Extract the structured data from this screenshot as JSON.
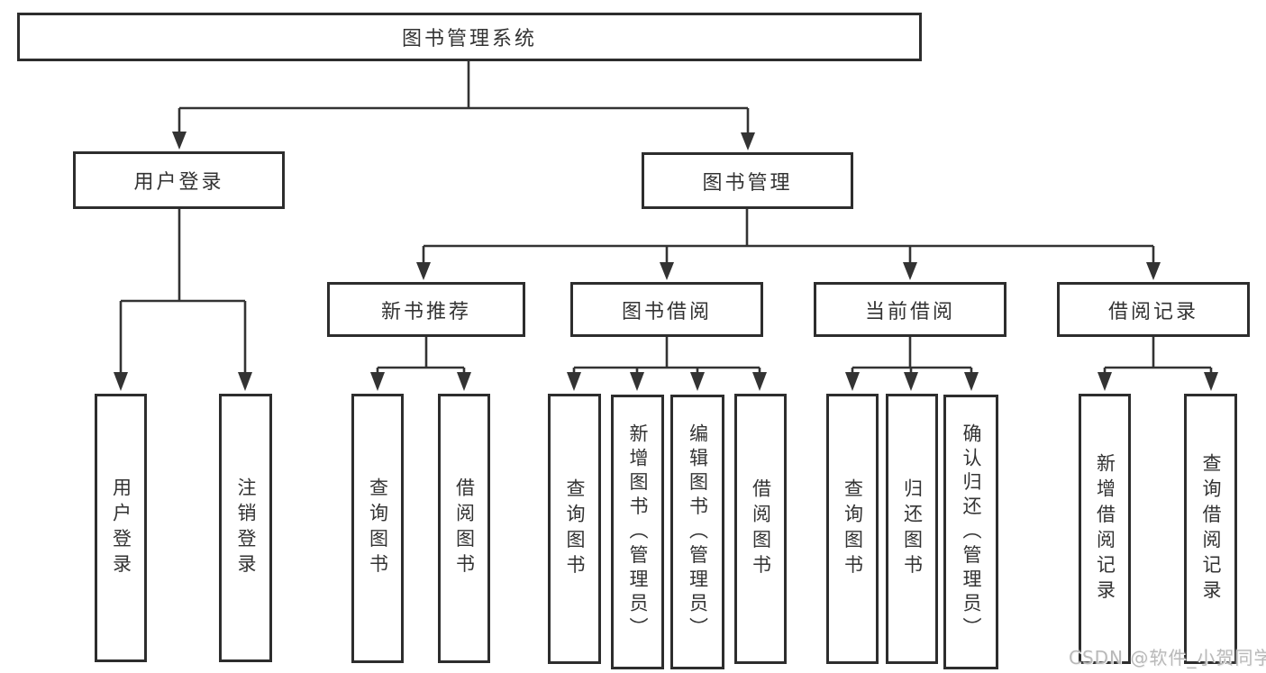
{
  "colors": {
    "line": "#333333",
    "box_border": "#2d2d2d",
    "text": "#333333",
    "watermark_text": "#b9b9b9",
    "background": "#ffffff"
  },
  "nodes": {
    "root": {
      "label": "图书管理系统"
    },
    "level1": [
      {
        "label": "用户登录"
      },
      {
        "label": "图书管理"
      }
    ],
    "level2": [
      {
        "label": "新书推荐",
        "parent": "图书管理"
      },
      {
        "label": "图书借阅",
        "parent": "图书管理"
      },
      {
        "label": "当前借阅",
        "parent": "图书管理"
      },
      {
        "label": "借阅记录",
        "parent": "图书管理"
      }
    ],
    "leaves": [
      {
        "label": "用户登录",
        "parent": "用户登录"
      },
      {
        "label": "注销登录",
        "parent": "用户登录"
      },
      {
        "label": "查询图书",
        "parent": "新书推荐"
      },
      {
        "label": "借阅图书",
        "parent": "新书推荐"
      },
      {
        "label": "查询图书",
        "parent": "图书借阅"
      },
      {
        "label": "新增图书（管理员）",
        "parent": "图书借阅"
      },
      {
        "label": "编辑图书（管理员）",
        "parent": "图书借阅"
      },
      {
        "label": "借阅图书",
        "parent": "图书借阅"
      },
      {
        "label": "查询图书",
        "parent": "当前借阅"
      },
      {
        "label": "归还图书",
        "parent": "当前借阅"
      },
      {
        "label": "确认归还（管理员）",
        "parent": "当前借阅"
      },
      {
        "label": "新增借阅记录",
        "parent": "借阅记录"
      },
      {
        "label": "查询借阅记录",
        "parent": "借阅记录"
      }
    ]
  },
  "watermark": {
    "text": "CSDN @软件_小贺同学"
  }
}
